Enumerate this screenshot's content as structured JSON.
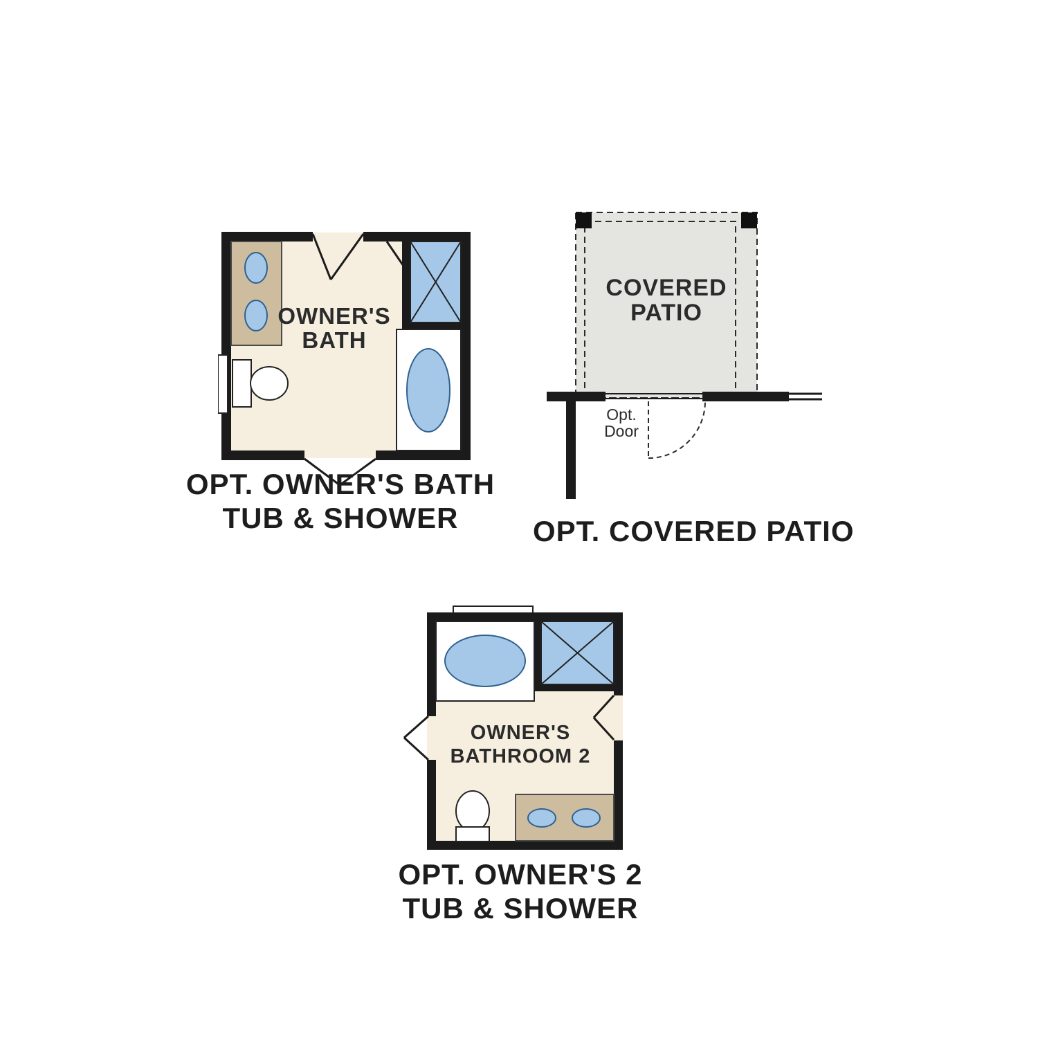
{
  "colors": {
    "wall": "#1b1b1b",
    "bath_floor": "#f6efdf",
    "vanity_counter": "#cdbc9e",
    "fixture_blue": "#a5c8e9",
    "fixture_blue_outline": "#30618f",
    "patio_floor": "#e4e4e1",
    "label_text": "#1d1d1d"
  },
  "plan_owners_bath": {
    "room_label": {
      "line1": "OWNER'S",
      "line2": "BATH"
    },
    "caption": {
      "line1": "OPT. OWNER'S BATH",
      "line2": "TUB & SHOWER"
    }
  },
  "plan_covered_patio": {
    "room_label": {
      "line1": "COVERED",
      "line2": "PATIO"
    },
    "door_label": {
      "line1": "Opt.",
      "line2": "Door"
    },
    "caption": "OPT. COVERED PATIO"
  },
  "plan_owners_bath2": {
    "room_label": {
      "line1": "OWNER'S",
      "line2": "BATHROOM 2"
    },
    "caption": {
      "line1": "OPT. OWNER'S 2",
      "line2": "TUB & SHOWER"
    }
  }
}
